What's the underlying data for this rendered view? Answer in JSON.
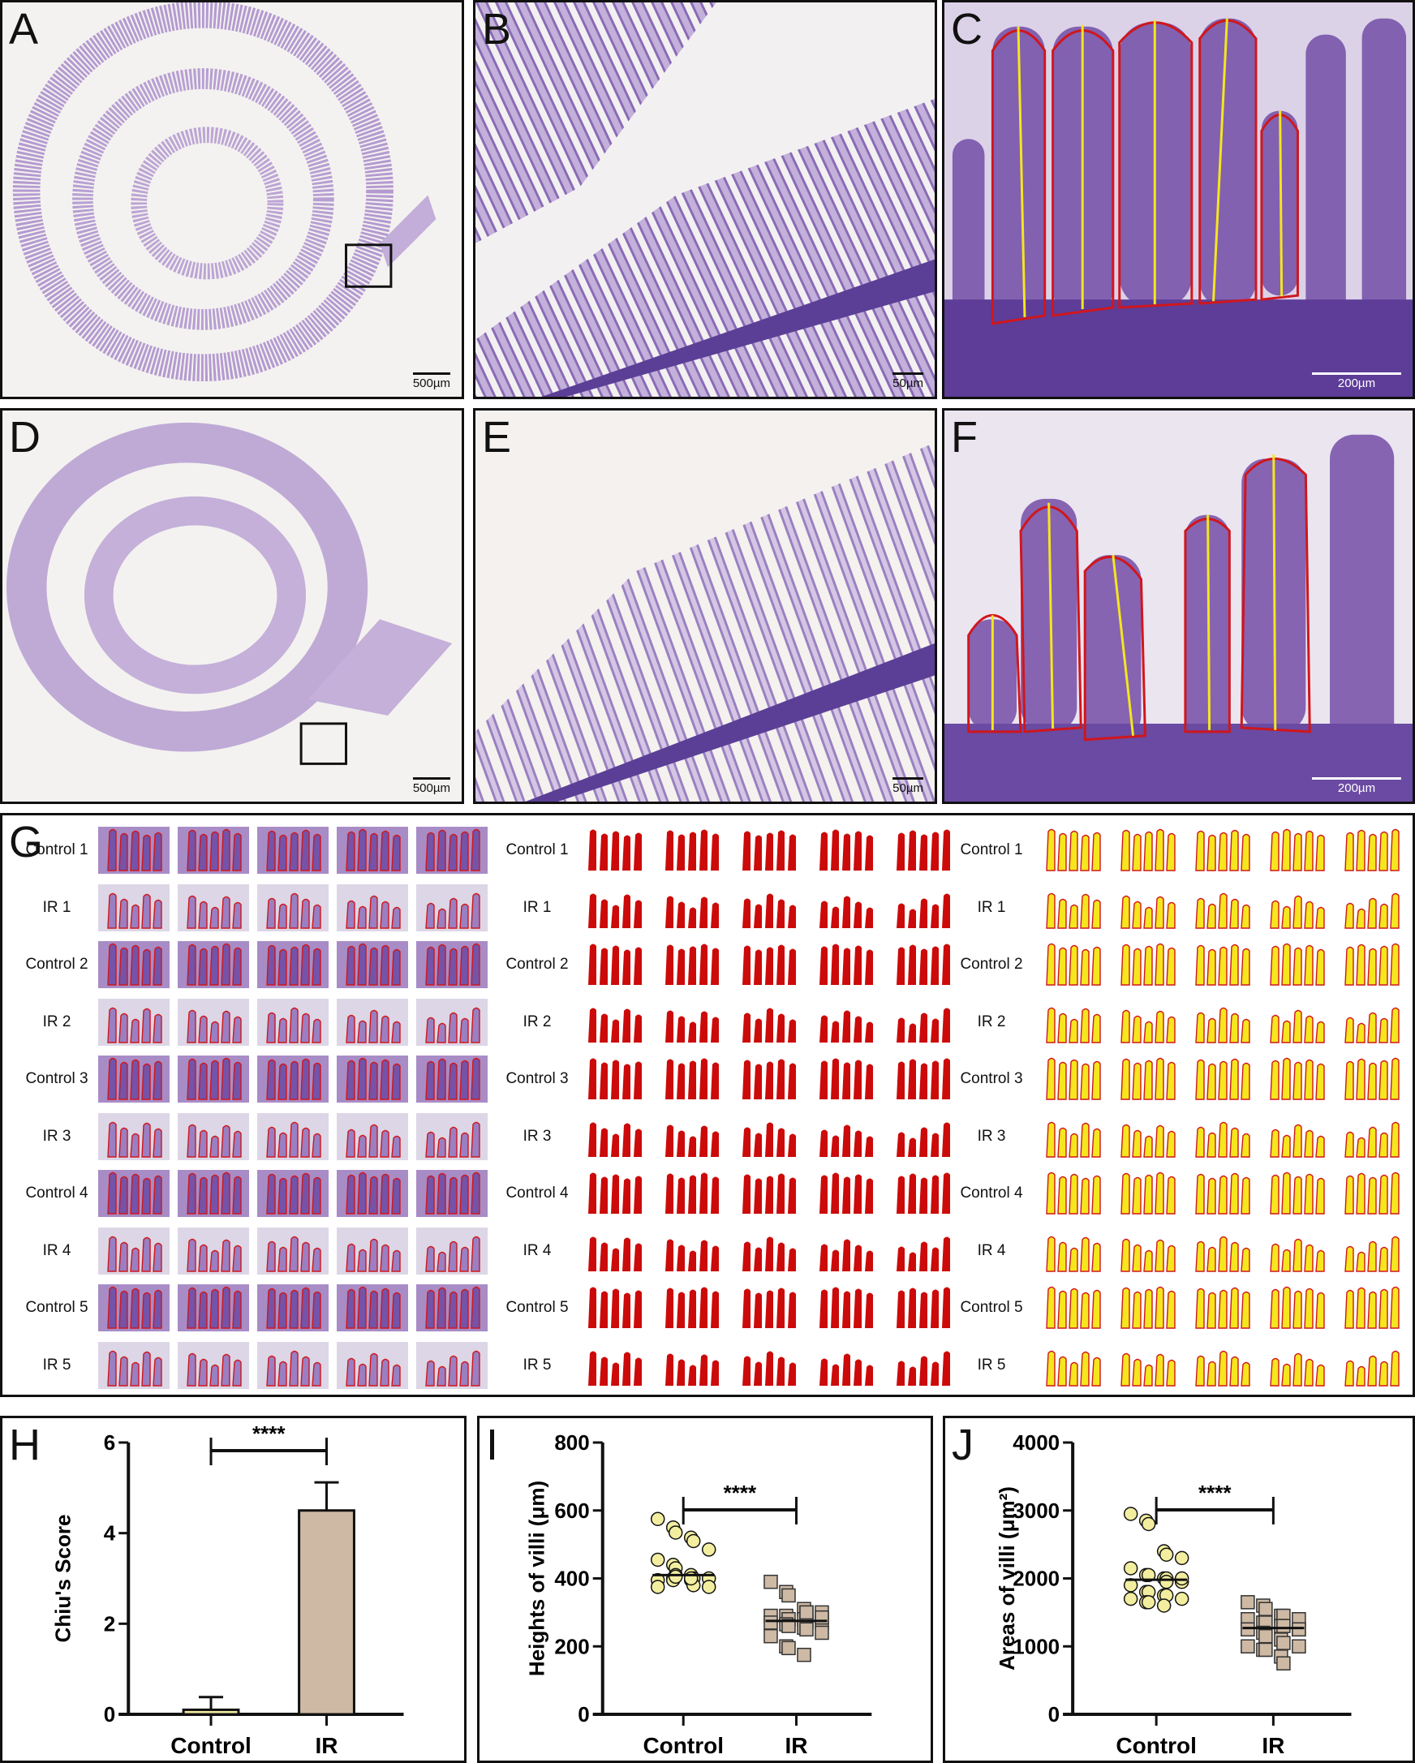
{
  "panels": {
    "A": {
      "letter": "A",
      "scale": "500µm"
    },
    "B": {
      "letter": "B",
      "scale": "50µm"
    },
    "C": {
      "letter": "C",
      "scale": "200µm"
    },
    "D": {
      "letter": "D",
      "scale": "500µm"
    },
    "E": {
      "letter": "E",
      "scale": "50µm"
    },
    "F": {
      "letter": "F",
      "scale": "200µm"
    },
    "G": {
      "letter": "G",
      "rows": [
        "Control 1",
        "IR 1",
        "Control 2",
        "IR 2",
        "Control 3",
        "IR 3",
        "Control 4",
        "IR 4",
        "Control 5",
        "IR 5"
      ]
    }
  },
  "colors": {
    "he_stain": "#9b7fc0",
    "villus_outline": "#d0161c",
    "measure_line": "#f5e61e",
    "control_fill": "#f3ee9f",
    "ir_fill": "#cdb9a4",
    "mask_red": "#cc0a0a"
  },
  "chart_data": [
    {
      "panel": "H",
      "type": "bar",
      "categories": [
        "Control",
        "IR"
      ],
      "values": [
        0.1,
        4.5
      ],
      "error": [
        0.28,
        0.62
      ],
      "ylabel": "Chiu's Score",
      "ylim": [
        0,
        6
      ],
      "yticks": [
        "0",
        "2",
        "4",
        "6"
      ],
      "significance": "****"
    },
    {
      "panel": "I",
      "type": "scatter",
      "categories": [
        "Control",
        "IR"
      ],
      "series": [
        {
          "values": [
            575,
            550,
            535,
            520,
            510,
            485,
            455,
            440,
            430,
            410,
            400,
            400,
            395,
            400,
            410,
            395,
            380,
            375,
            375,
            395,
            405,
            400
          ],
          "median": 410
        },
        {
          "values": [
            390,
            360,
            350,
            310,
            300,
            300,
            290,
            290,
            280,
            280,
            275,
            270,
            270,
            265,
            260,
            255,
            250,
            240,
            230,
            200,
            195,
            175,
            300,
            285
          ],
          "median": 275
        }
      ],
      "ylabel": "Heights of villi (μm)",
      "ylim": [
        0,
        800
      ],
      "yticks": [
        "0",
        "200",
        "400",
        "600",
        "800"
      ],
      "significance": "****"
    },
    {
      "panel": "J",
      "type": "scatter",
      "categories": [
        "Control",
        "IR"
      ],
      "series": [
        {
          "values": [
            2950,
            2850,
            2800,
            2400,
            2350,
            2300,
            2150,
            2050,
            2050,
            2000,
            2000,
            1950,
            1900,
            1800,
            1800,
            1750,
            1750,
            1700,
            1700,
            1650,
            1650,
            1600,
            1950,
            2000
          ],
          "median": 1980
        },
        {
          "values": [
            1650,
            1600,
            1550,
            1450,
            1450,
            1400,
            1400,
            1350,
            1350,
            1300,
            1300,
            1250,
            1250,
            1200,
            1150,
            1100,
            1050,
            1000,
            1000,
            950,
            950,
            850,
            750,
            1250
          ],
          "median": 1270
        }
      ],
      "ylabel": "Areas of villi (μm²)",
      "ylim": [
        0,
        4000
      ],
      "yticks": [
        "0",
        "1000",
        "2000",
        "3000",
        "4000"
      ],
      "significance": "****"
    }
  ]
}
